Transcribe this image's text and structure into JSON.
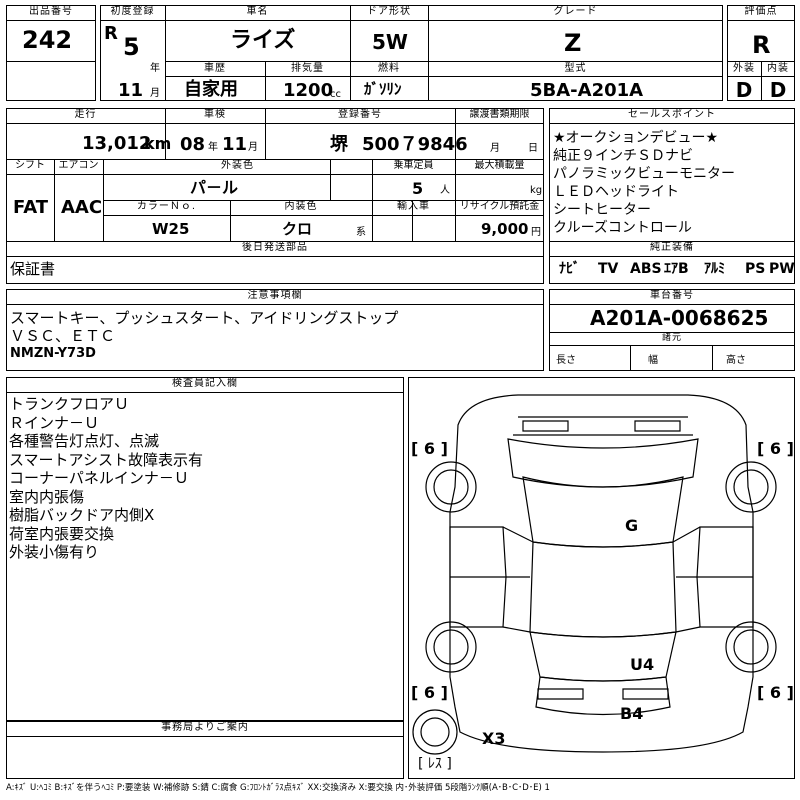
{
  "header": {
    "lot_label": "出品番号",
    "lot_no": "242",
    "first_reg_label": "初度登録",
    "era": "R",
    "year": "5",
    "year_unit": "年",
    "month": "11",
    "month_unit": "月",
    "name_label": "車名",
    "name": "ライズ",
    "history_label": "車歴",
    "history": "自家用",
    "displacement_label": "排気量",
    "displacement": "1200",
    "cc": "cc",
    "door_label": "ドア形状",
    "door": "5W",
    "fuel_label": "燃料",
    "fuel": "ｶﾞｿﾘﾝ",
    "grade_label": "グレード",
    "grade": "Z",
    "model_label": "型式",
    "model": "5BA-A201A",
    "score_label": "評価点",
    "score": "R",
    "ext_label": "外装",
    "ext": "D",
    "int_label": "内装",
    "int": "D"
  },
  "row2": {
    "mileage_label": "走行",
    "mileage": "13,012",
    "km": "km",
    "inspection_label": "車検",
    "insp_year": "08",
    "insp_year_unit": "年",
    "insp_month": "11",
    "insp_month_unit": "月",
    "plate_label": "登録番号",
    "plate_area": "堺",
    "plate_no": "500７9846",
    "transfer_label": "譲渡書類期限",
    "transfer_month_unit": "月",
    "transfer_day_unit": "日",
    "shift_label": "シフト",
    "shift": "FAT",
    "ac_label": "エアコン",
    "ac": "AAC",
    "exterior_color_label": "外装色",
    "exterior_color": "パ－ル",
    "capacity_label": "乗車定員",
    "capacity": "5",
    "capacity_unit": "人",
    "load_label": "最大積載量",
    "load_unit": "kg",
    "color_no_label": "カラーＮｏ.",
    "color_no": "W25",
    "interior_color_label": "内装色",
    "interior_color": "クロ",
    "kei": "系",
    "import_label": "輸入車",
    "recycle_label": "リサイクル預託金",
    "recycle": "9,000",
    "yen": "円",
    "later_parts_label": "後日発送部品",
    "later_parts": "保証書"
  },
  "sales": {
    "label": "セールスポイント",
    "items": [
      "★オークションデビュー★",
      "純正９インチＳＤナビ",
      "パノラミックビューモニター",
      "ＬＥＤヘッドライト",
      "シートヒーター",
      "クルーズコントロール"
    ],
    "equip_label": "純正装備",
    "equip": [
      "ﾅﾋﾞ",
      "TV",
      "ABS",
      "ｴｱB",
      "ｱﾙﾐ",
      "PS",
      "PW"
    ]
  },
  "notes": {
    "label": "注意事項欄",
    "lines": [
      "スマートキー、プッシュスタート、アイドリングストップ",
      "ＶＳＣ、ＥＴＣ",
      "NMZN-Y73D"
    ]
  },
  "chassis": {
    "label": "車台番号",
    "number": "A201A-0068625",
    "spec_label": "諸元",
    "length": "長さ",
    "width": "幅",
    "height": "高さ"
  },
  "inspector": {
    "label": "検査員記入欄",
    "lines": [
      "トランクフロアＵ",
      "Ｒインナ－Ｕ",
      "各種警告灯点灯、点滅",
      "スマートアシスト故障表示有",
      "コーナーパネルインナ－Ｕ",
      "室内内張傷",
      "樹脂バックドア内側X",
      "荷室内張要交換",
      "外装小傷有り"
    ]
  },
  "office": {
    "label": "事務局よりご案内"
  },
  "diagram": {
    "tire_fl": "[ 6 ]",
    "tire_fr": "[ 6 ]",
    "tire_rl": "[ 6 ]",
    "tire_rr": "[ 6 ]",
    "mark_g": "G",
    "mark_u4": "U4",
    "mark_b4": "B4",
    "mark_x3": "X3",
    "spare": "[ ﾚｽ ]"
  },
  "legend": "A:ｷｽﾞ  U:ﾍｺﾐ B:ｷｽﾞを伴うﾍｺﾐ P:要塗装 W:補修跡 S:錆 C:腐食 G:ﾌﾛﾝﾄｶﾞﾗｽ点ｷｽﾞ XX:交換済み X:要交換  内･外装評価  5段階ﾗﾝｸ順(A･B･C･D･E) 1"
}
